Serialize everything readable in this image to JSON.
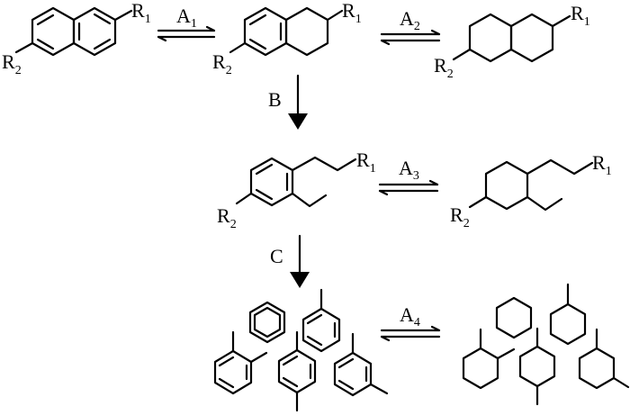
{
  "labels": {
    "r1": "R",
    "r2": "R",
    "r1_sub": "1",
    "r2_sub": "2",
    "a1": "A",
    "a1_sub": "1",
    "a2": "A",
    "a2_sub": "2",
    "a3": "A",
    "a3_sub": "3",
    "a4": "A",
    "a4_sub": "4",
    "b": "B",
    "c": "C"
  },
  "colors": {
    "ink": "#000000",
    "background": "#ffffff"
  }
}
